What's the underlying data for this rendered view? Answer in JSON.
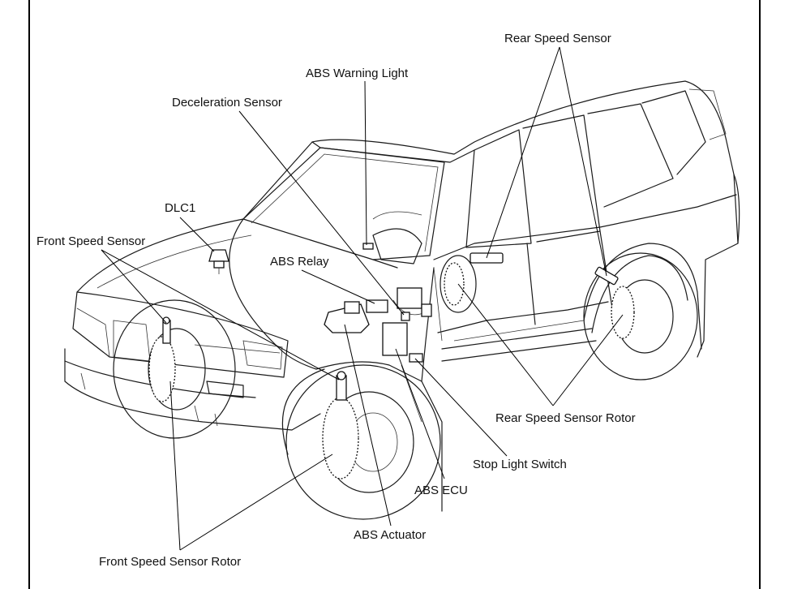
{
  "labels": {
    "rear_speed_sensor": "Rear Speed Sensor",
    "abs_warning_light": "ABS Warning Light",
    "deceleration_sensor": "Deceleration Sensor",
    "dlc1": "DLC1",
    "front_speed_sensor": "Front Speed Sensor",
    "abs_relay": "ABS Relay",
    "rear_speed_sensor_rotor": "Rear Speed Sensor Rotor",
    "stop_light_switch": "Stop Light Switch",
    "abs_ecu": "ABS ECU",
    "abs_actuator": "ABS Actuator",
    "front_speed_sensor_rotor": "Front Speed Sensor Rotor"
  }
}
